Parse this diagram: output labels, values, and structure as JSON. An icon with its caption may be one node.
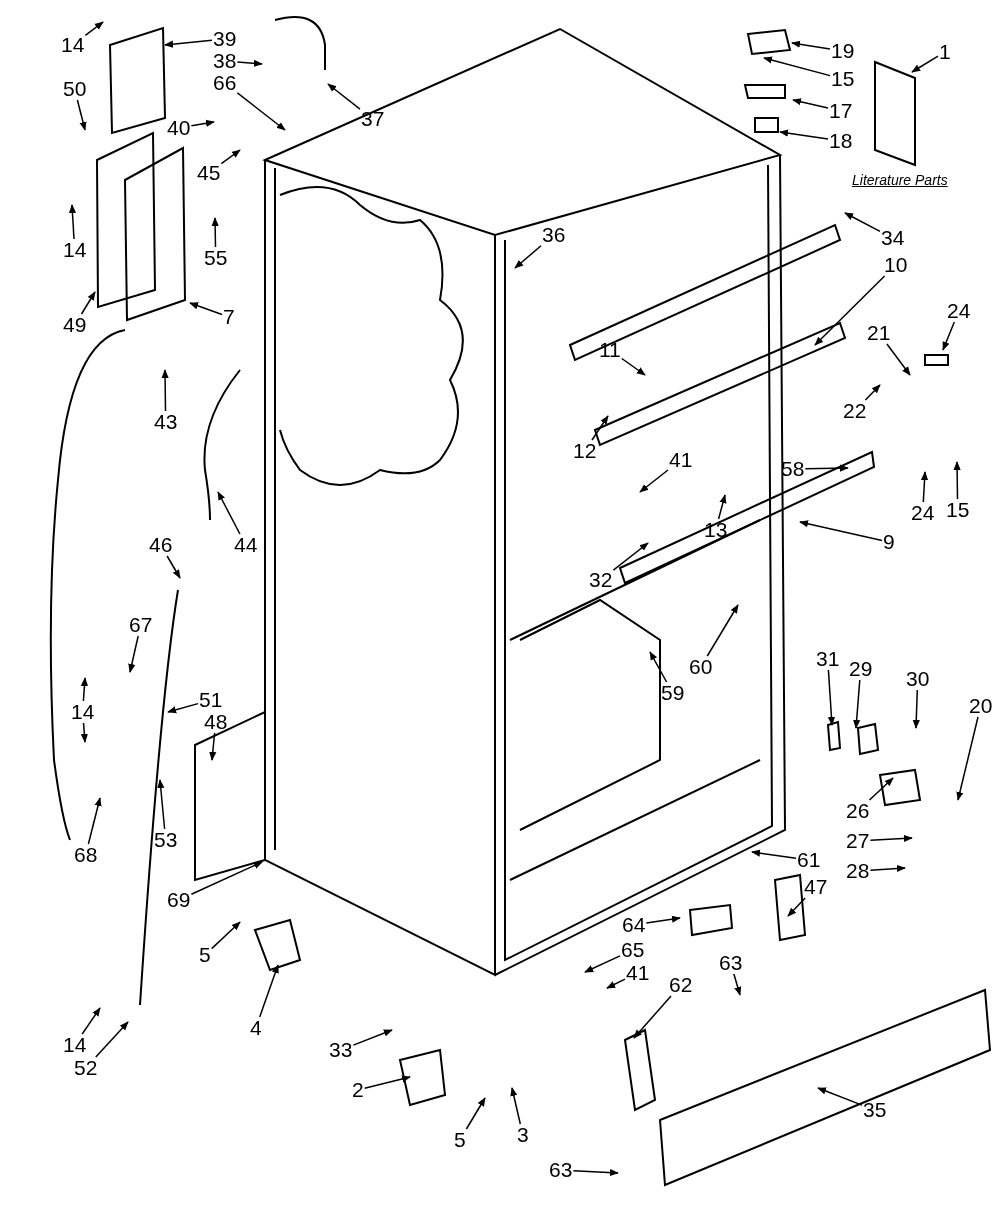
{
  "diagram": {
    "nodes": [
      {
        "text": [
          "14"
        ]
      },
      {
        "text": [
          "39"
        ]
      },
      {
        "text": [
          "38"
        ]
      },
      {
        "text": [
          "50"
        ]
      },
      {
        "text": [
          "66"
        ]
      },
      {
        "text": [
          "37"
        ]
      },
      {
        "text": [
          "40"
        ]
      },
      {
        "text": [
          "45"
        ]
      },
      {
        "text": [
          "14"
        ]
      },
      {
        "text": [
          "55"
        ]
      },
      {
        "text": [
          "49"
        ]
      },
      {
        "text": [
          "7"
        ]
      },
      {
        "text": [
          "43"
        ]
      },
      {
        "text": [
          "19"
        ]
      },
      {
        "text": [
          "15"
        ]
      },
      {
        "text": [
          "17"
        ]
      },
      {
        "text": [
          "18"
        ]
      },
      {
        "text": [
          "1"
        ]
      },
      {
        "text": [
          "34"
        ]
      },
      {
        "text": [
          "36"
        ]
      },
      {
        "text": [
          "10"
        ]
      },
      {
        "text": [
          "24"
        ]
      },
      {
        "text": [
          "21"
        ]
      },
      {
        "text": [
          "11"
        ]
      },
      {
        "text": [
          "12"
        ]
      },
      {
        "text": [
          "22"
        ]
      },
      {
        "text": [
          "41"
        ]
      },
      {
        "text": [
          "58"
        ]
      },
      {
        "text": [
          "15"
        ]
      },
      {
        "text": [
          "24"
        ]
      },
      {
        "text": [
          "13"
        ]
      },
      {
        "text": [
          "9"
        ]
      },
      {
        "text": [
          "32"
        ]
      },
      {
        "text": [
          "60"
        ]
      },
      {
        "text": [
          "59"
        ]
      },
      {
        "text": [
          "46"
        ]
      },
      {
        "text": [
          "44"
        ]
      },
      {
        "text": [
          "67"
        ]
      },
      {
        "text": [
          "51"
        ]
      },
      {
        "text": [
          "14"
        ]
      },
      {
        "text": [
          "48"
        ]
      },
      {
        "text": [
          "53"
        ]
      },
      {
        "text": [
          "68"
        ]
      },
      {
        "text": [
          "69"
        ]
      },
      {
        "text": [
          "31"
        ]
      },
      {
        "text": [
          "29"
        ]
      },
      {
        "text": [
          "30"
        ]
      },
      {
        "text": [
          "20"
        ]
      },
      {
        "text": [
          "26"
        ]
      },
      {
        "text": [
          "27"
        ]
      },
      {
        "text": [
          "28"
        ]
      },
      {
        "text": [
          "61"
        ]
      },
      {
        "text": [
          "47"
        ]
      },
      {
        "text": [
          "64"
        ]
      },
      {
        "text": [
          "65"
        ]
      },
      {
        "text": [
          "41"
        ]
      },
      {
        "text": [
          "63"
        ]
      },
      {
        "text": [
          "62"
        ]
      },
      {
        "text": [
          "5"
        ]
      },
      {
        "text": [
          "4"
        ]
      },
      {
        "text": [
          "14"
        ]
      },
      {
        "text": [
          "52"
        ]
      },
      {
        "text": [
          "33"
        ]
      },
      {
        "text": [
          "2"
        ]
      },
      {
        "text": [
          "5"
        ]
      },
      {
        "text": [
          "3"
        ]
      },
      {
        "text": [
          "35"
        ]
      },
      {
        "text": [
          "63"
        ]
      }
    ],
    "edges": [
      {
        "from": 0,
        "to": null,
        "arrow": "to"
      },
      {
        "from": 1,
        "to": null,
        "arrow": "to"
      },
      {
        "from": 2,
        "to": null,
        "arrow": "to"
      },
      {
        "from": 3,
        "to": null,
        "arrow": "to"
      },
      {
        "from": 4,
        "to": null,
        "arrow": "to"
      },
      {
        "from": 5,
        "to": null,
        "arrow": "to"
      },
      {
        "from": 6,
        "to": null,
        "arrow": "to"
      },
      {
        "from": 7,
        "to": null,
        "arrow": "to"
      },
      {
        "from": 8,
        "to": null,
        "arrow": "to"
      },
      {
        "from": 9,
        "to": null,
        "arrow": "to"
      },
      {
        "from": 10,
        "to": null,
        "arrow": "to"
      },
      {
        "from": 11,
        "to": null,
        "arrow": "to"
      },
      {
        "from": 12,
        "to": null,
        "arrow": "to"
      },
      {
        "from": 13,
        "to": null,
        "arrow": "to"
      },
      {
        "from": 14,
        "to": null,
        "arrow": "to"
      },
      {
        "from": 15,
        "to": null,
        "arrow": "to"
      },
      {
        "from": 16,
        "to": null,
        "arrow": "to"
      },
      {
        "from": 17,
        "to": null,
        "arrow": "to"
      },
      {
        "from": 18,
        "to": null,
        "arrow": "to"
      },
      {
        "from": 19,
        "to": null,
        "arrow": "to"
      },
      {
        "from": 20,
        "to": null,
        "arrow": "to"
      },
      {
        "from": 21,
        "to": null,
        "arrow": "to"
      },
      {
        "from": 22,
        "to": null,
        "arrow": "to"
      },
      {
        "from": 23,
        "to": null,
        "arrow": "to"
      },
      {
        "from": 24,
        "to": null,
        "arrow": "to"
      },
      {
        "from": 25,
        "to": null,
        "arrow": "to"
      },
      {
        "from": 26,
        "to": null,
        "arrow": "to"
      },
      {
        "from": 27,
        "to": null,
        "arrow": "to"
      },
      {
        "from": 28,
        "to": null,
        "arrow": "to"
      },
      {
        "from": 29,
        "to": null,
        "arrow": "to"
      },
      {
        "from": 30,
        "to": null,
        "arrow": "to"
      },
      {
        "from": 31,
        "to": null,
        "arrow": "to"
      },
      {
        "from": 32,
        "to": null,
        "arrow": "to"
      },
      {
        "from": 33,
        "to": null,
        "arrow": "to"
      },
      {
        "from": 34,
        "to": null,
        "arrow": "to"
      },
      {
        "from": 35,
        "to": null,
        "arrow": "to"
      },
      {
        "from": 36,
        "to": null,
        "arrow": "to"
      },
      {
        "from": 37,
        "to": null,
        "arrow": "to"
      },
      {
        "from": 38,
        "to": null,
        "arrow": "to"
      },
      {
        "from": 39,
        "to": null,
        "arrow": "to"
      },
      {
        "from": 40,
        "to": null,
        "arrow": "to"
      },
      {
        "from": 41,
        "to": null,
        "arrow": "to"
      },
      {
        "from": 42,
        "to": null,
        "arrow": "to"
      },
      {
        "from": 43,
        "to": null,
        "arrow": "to"
      },
      {
        "from": 44,
        "to": null,
        "arrow": "to"
      },
      {
        "from": 45,
        "to": null,
        "arrow": "to"
      },
      {
        "from": 46,
        "to": null,
        "arrow": "to"
      },
      {
        "from": 47,
        "to": null,
        "arrow": "to"
      },
      {
        "from": 48,
        "to": null,
        "arrow": "to"
      },
      {
        "from": 49,
        "to": null,
        "arrow": "to"
      },
      {
        "from": 50,
        "to": null,
        "arrow": "to"
      },
      {
        "from": 51,
        "to": null,
        "arrow": "to"
      },
      {
        "from": 52,
        "to": null,
        "arrow": "to"
      },
      {
        "from": 53,
        "to": null,
        "arrow": "to"
      },
      {
        "from": 54,
        "to": null,
        "arrow": "to"
      },
      {
        "from": 55,
        "to": null,
        "arrow": "to"
      },
      {
        "from": 56,
        "to": null,
        "arrow": "to"
      },
      {
        "from": 57,
        "to": null,
        "arrow": "to"
      },
      {
        "from": 58,
        "to": null,
        "arrow": "to"
      },
      {
        "from": 59,
        "to": null,
        "arrow": "to"
      },
      {
        "from": 60,
        "to": null,
        "arrow": "to"
      },
      {
        "from": 61,
        "to": null,
        "arrow": "to"
      },
      {
        "from": 62,
        "to": null,
        "arrow": "to"
      },
      {
        "from": 63,
        "to": null,
        "arrow": "to"
      },
      {
        "from": 64,
        "to": null,
        "arrow": "to"
      },
      {
        "from": 65,
        "to": null,
        "arrow": "to"
      },
      {
        "from": 66,
        "to": null,
        "arrow": "to"
      },
      {
        "from": 67,
        "to": null,
        "arrow": "to"
      },
      {
        "from": 39,
        "to": null,
        "arrow": "to"
      }
    ],
    "labels": [
      "Literature Parts"
    ]
  }
}
